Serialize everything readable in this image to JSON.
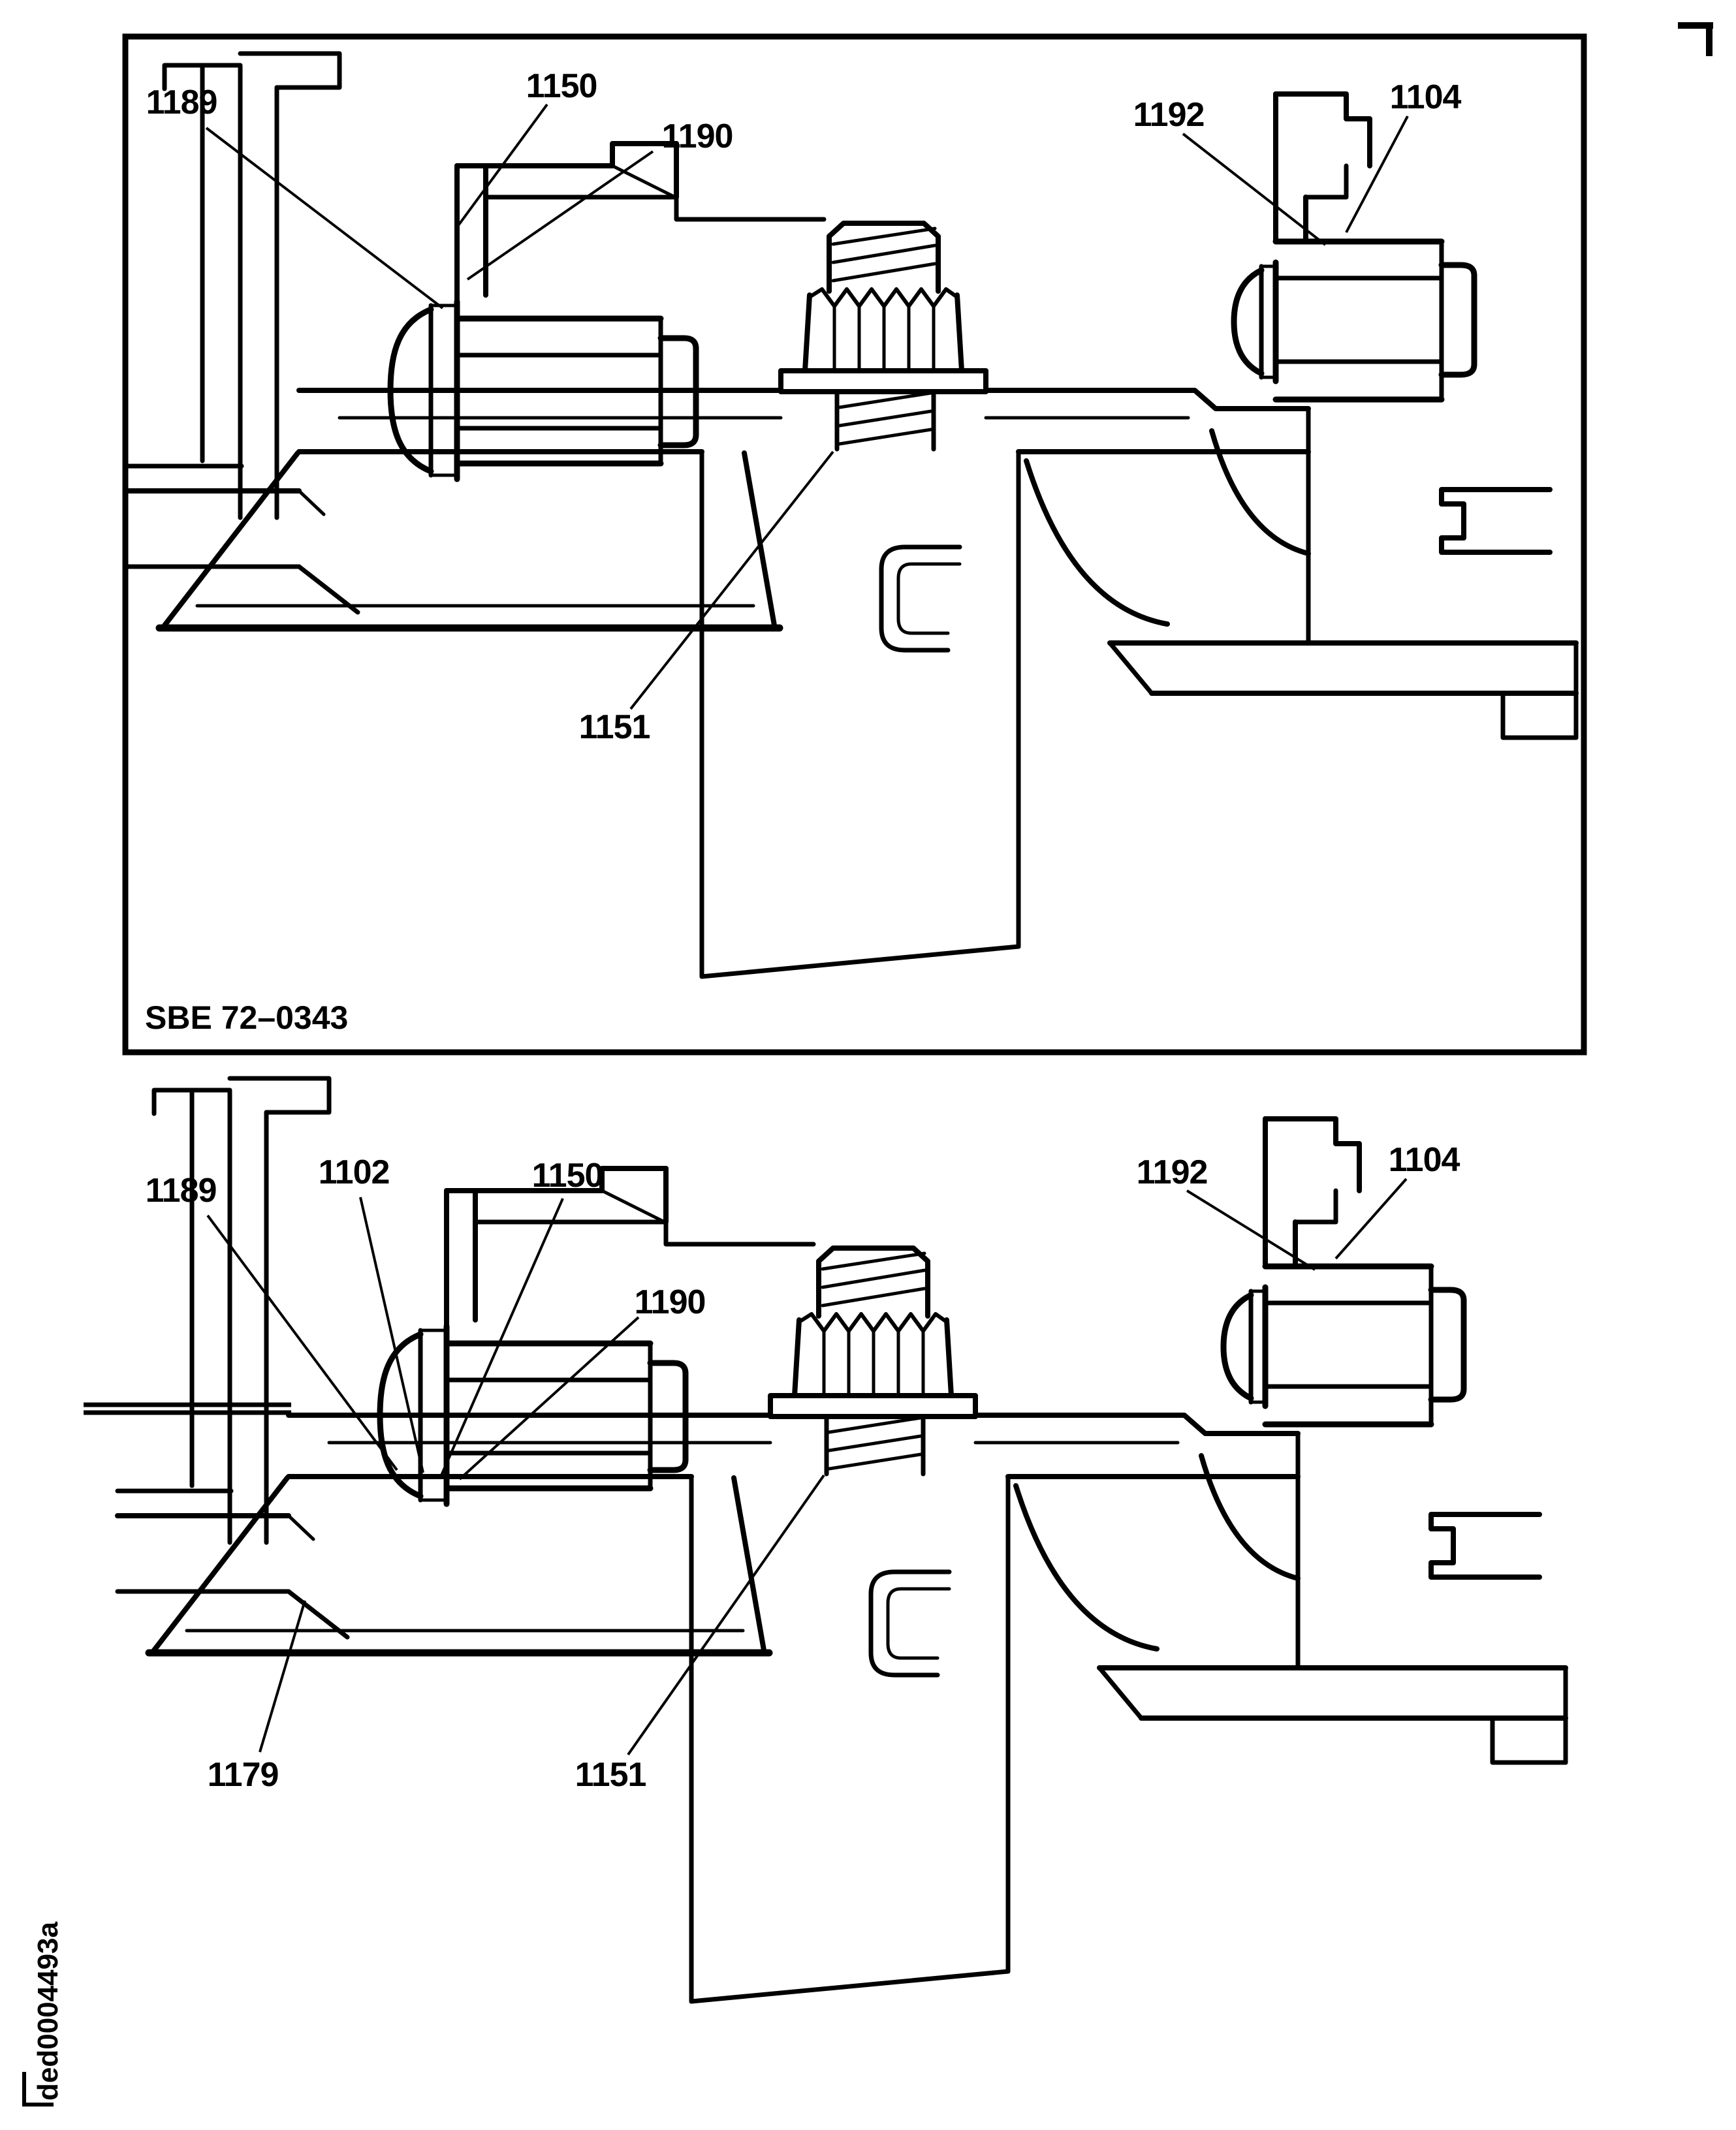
{
  "colors": {
    "ink": "#000000",
    "paper": "#ffffff"
  },
  "figure_top": {
    "caption": "SBE 72–0343",
    "callouts": {
      "c1189": "1189",
      "c1150": "1150",
      "c1190": "1190",
      "c1192": "1192",
      "c1104": "1104",
      "c1151": "1151"
    }
  },
  "figure_bottom": {
    "callouts": {
      "c1189": "1189",
      "c1102": "1102",
      "c1150": "1150",
      "c1190": "1190",
      "c1192": "1192",
      "c1104": "1104",
      "c1179": "1179",
      "c1151": "1151"
    }
  },
  "footer": {
    "doc_id": "ded0004493a"
  }
}
